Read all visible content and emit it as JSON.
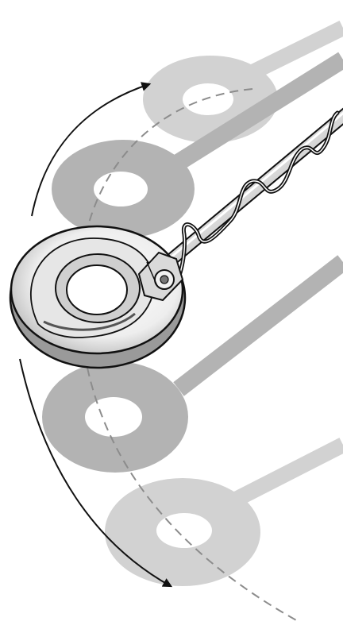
{
  "figure": {
    "subject": "metal-detector-search-coil",
    "motion": "side-to-side-sweep",
    "colors": {
      "background": "#ffffff",
      "ghost_dark": "#b3b3b3",
      "ghost_light": "#d2d2d2",
      "outline": "#111111",
      "coil_face": "#f4f4f4",
      "coil_shade": "#9a9a9a",
      "dashed_path": "#8c8c8c"
    },
    "icons": [
      "search-coil",
      "detector-shaft",
      "coil-cable",
      "sweep-arrow-up",
      "sweep-arrow-down",
      "dashed-sweep-path"
    ]
  }
}
